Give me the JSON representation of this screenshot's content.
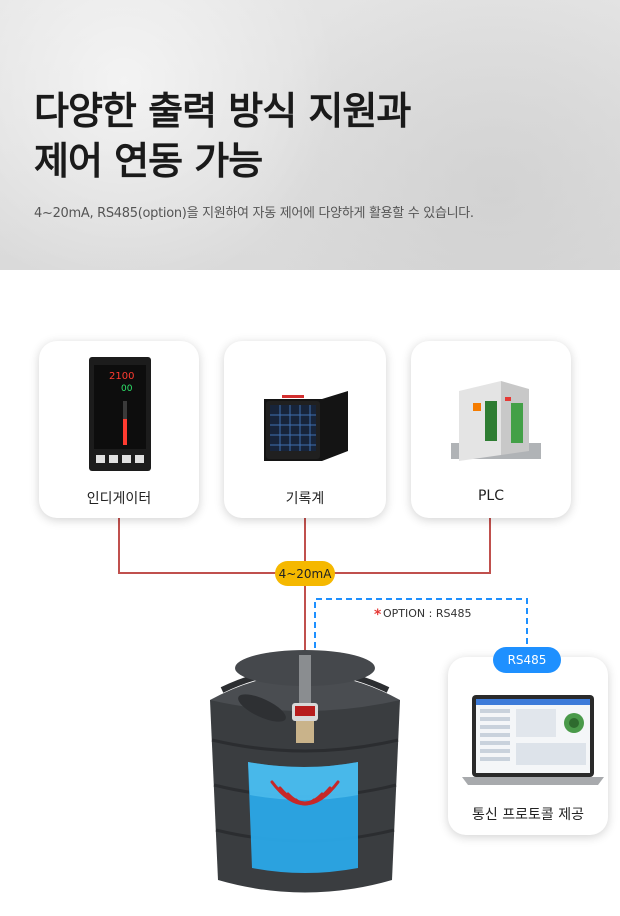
{
  "header": {
    "title_line1": "다양한 출력 방식 지원과",
    "title_line2": "제어 연동 가능",
    "subtitle": "4~20mA, RS485(option)을 지원하여 자동 제어에 다양하게 활용할 수 있습니다."
  },
  "devices": [
    {
      "label": "인디게이터",
      "icon": "indicator-icon"
    },
    {
      "label": "기록계",
      "icon": "recorder-icon"
    },
    {
      "label": "PLC",
      "icon": "plc-icon"
    }
  ],
  "connection": {
    "analog_label": "4~20mA",
    "option_label": "OPTION : RS485",
    "option_mark": "*",
    "rs485_label": "RS485"
  },
  "software": {
    "label": "통신 프로토콜 제공",
    "icon": "laptop-icon"
  },
  "indicator_display": {
    "line1": "2100",
    "line2": "00"
  },
  "colors": {
    "wire": "#c0504d",
    "badge": "#f5b800",
    "rs485_badge": "#1e90ff",
    "dashed": "#1e90ff",
    "water": "#2aa8e8",
    "tank": "#3a3d40"
  }
}
